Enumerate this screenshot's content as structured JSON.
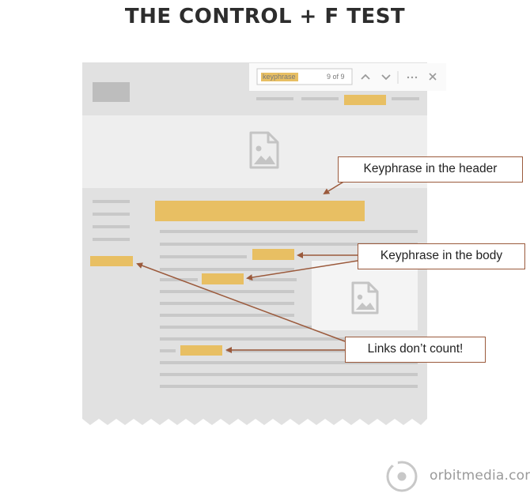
{
  "title": "THE CONTROL + F TEST",
  "find_bar": {
    "query": "keyphrase",
    "count": "9 of 9",
    "up_icon": "chevron-up-icon",
    "down_icon": "chevron-down-icon",
    "more_icon": "ellipsis-icon",
    "close_icon": "close-icon"
  },
  "callouts": {
    "header": "Keyphrase in the header",
    "body": "Keyphrase in the body",
    "links": "Links don’t count!"
  },
  "brand": {
    "logo": "orbit-logo-icon",
    "text": "orbitmedia.com"
  },
  "colors": {
    "highlight": "#e8bf63",
    "callout_border": "#9b5a3c",
    "page_gray": "#e1e1e1"
  }
}
